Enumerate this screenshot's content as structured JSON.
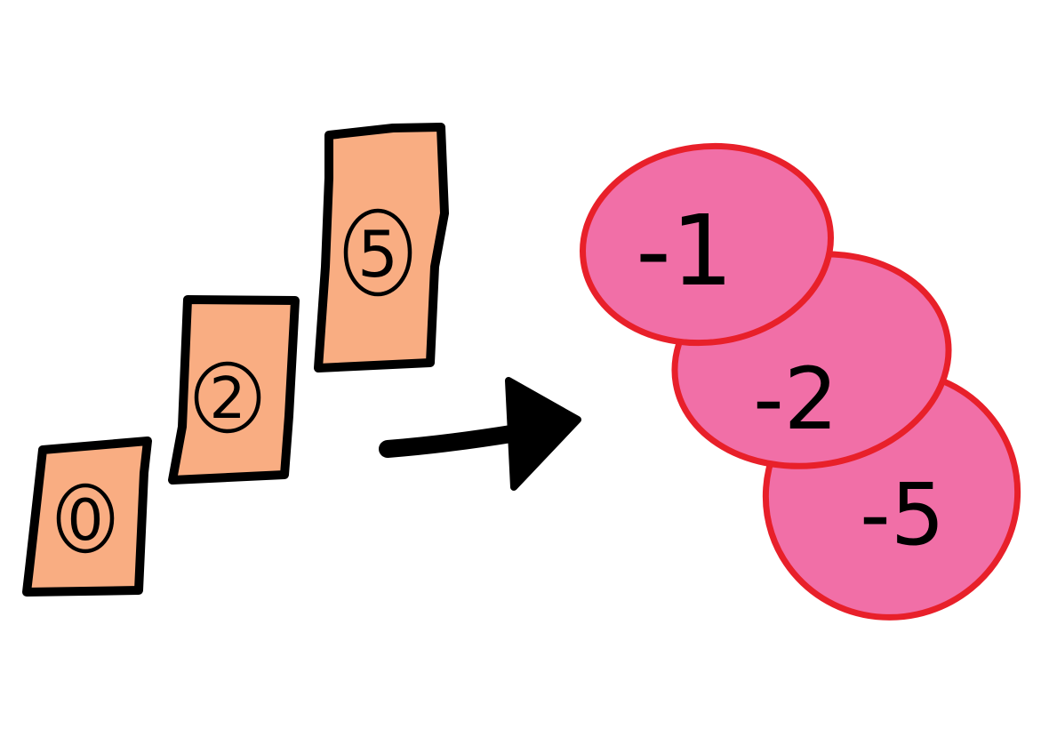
{
  "colors": {
    "background": "#ffffff",
    "card_fill": "#f9ad82",
    "card_outline": "#000000",
    "circle_fill": "#f16fa7",
    "circle_outline": "#e8202a",
    "arrow": "#000000",
    "ink": "#000000"
  },
  "cards": [
    {
      "label": "0"
    },
    {
      "label": "2"
    },
    {
      "label": "5"
    }
  ],
  "arrow": {
    "icon": "right-arrow-icon"
  },
  "circles": [
    {
      "label": "-1"
    },
    {
      "label": "-2"
    },
    {
      "label": "-5"
    }
  ]
}
